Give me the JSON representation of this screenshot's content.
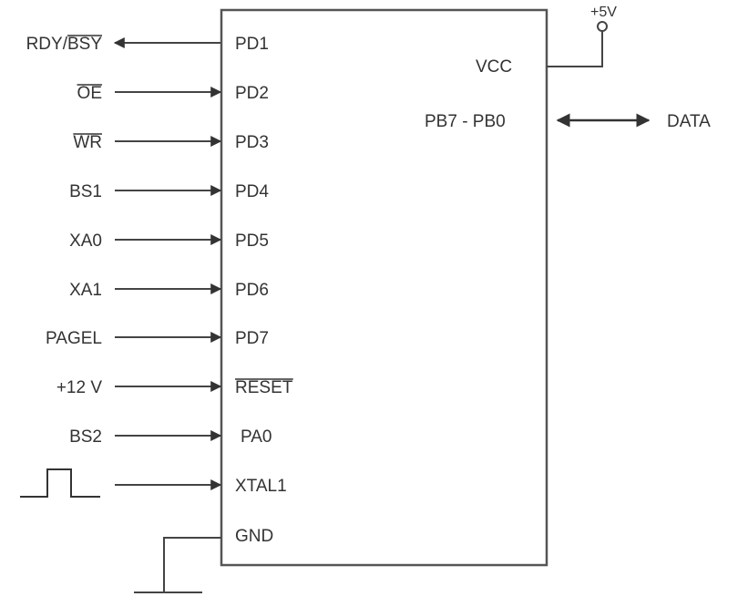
{
  "supply": {
    "label": "+5V"
  },
  "chip": {
    "vcc_label": "VCC",
    "port_b_label": "PB7 - PB0",
    "left_pins": [
      {
        "pin": "PD1",
        "signal": "RDY/BSY",
        "direction": "out",
        "pin_overline": false,
        "signal_overline_from": 4
      },
      {
        "pin": "PD2",
        "signal": "OE",
        "direction": "in",
        "pin_overline": false,
        "signal_overline_from": 0
      },
      {
        "pin": "PD3",
        "signal": "WR",
        "direction": "in",
        "pin_overline": false,
        "signal_overline_from": 0
      },
      {
        "pin": "PD4",
        "signal": "BS1",
        "direction": "in",
        "pin_overline": false,
        "signal_overline_from": -1
      },
      {
        "pin": "PD5",
        "signal": "XA0",
        "direction": "in",
        "pin_overline": false,
        "signal_overline_from": -1
      },
      {
        "pin": "PD6",
        "signal": "XA1",
        "direction": "in",
        "pin_overline": false,
        "signal_overline_from": -1
      },
      {
        "pin": "PD7",
        "signal": "PAGEL",
        "direction": "in",
        "pin_overline": false,
        "signal_overline_from": -1
      },
      {
        "pin": "RESET",
        "signal": "+12 V",
        "direction": "in",
        "pin_overline": true,
        "signal_overline_from": -1
      },
      {
        "pin": "PA0",
        "signal": "BS2",
        "direction": "in",
        "pin_overline": false,
        "signal_overline_from": -1
      },
      {
        "pin": "XTAL1",
        "signal": "",
        "direction": "in",
        "pin_overline": false,
        "signal_overline_from": -1,
        "pulse": true
      }
    ],
    "gnd_label": "GND"
  },
  "data_bus": {
    "label": "DATA"
  }
}
